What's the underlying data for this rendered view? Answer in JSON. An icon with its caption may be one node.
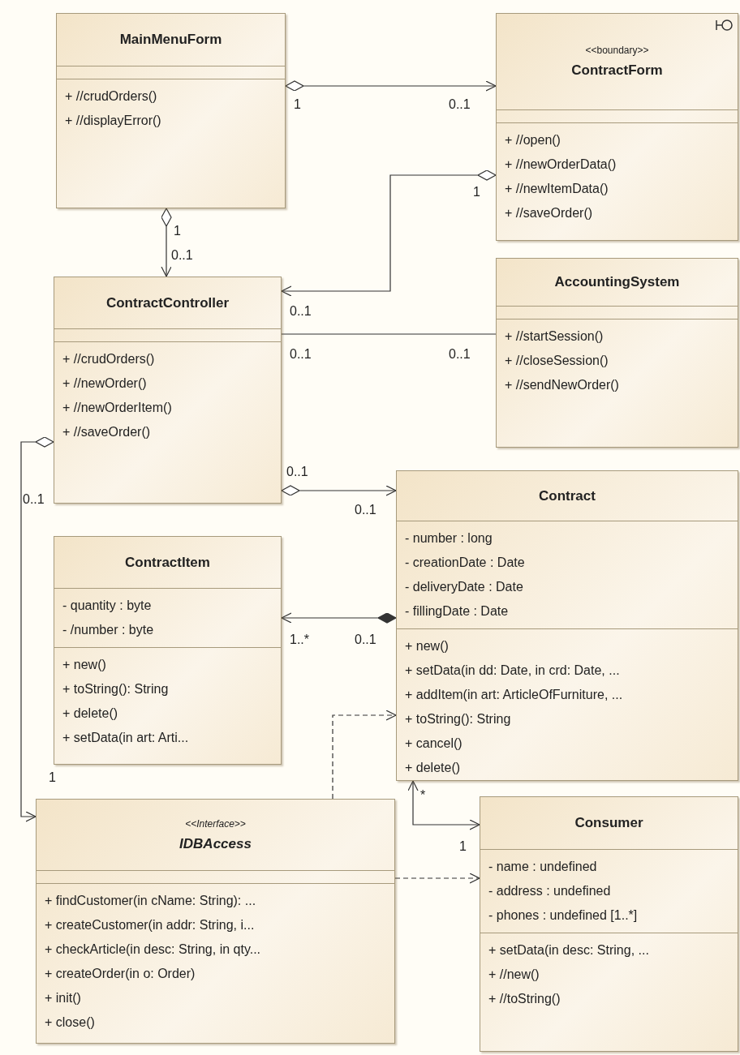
{
  "diagram": {
    "nodes": [
      {
        "text": [
          "MainMenuForm",
          "+ //crudOrders()",
          "+ //displayError()"
        ]
      },
      {
        "text": [
          "<<boundary>>",
          "ContractForm",
          "+ //open()",
          "+ //newOrderData()",
          "+ //newItemData()",
          "+ //saveOrder()"
        ]
      },
      {
        "text": [
          "ContractController",
          "+ //crudOrders()",
          "+ //newOrder()",
          "+ //newOrderItem()",
          "+ //saveOrder()"
        ]
      },
      {
        "text": [
          "AccountingSystem",
          "+ //startSession()",
          "+ //closeSession()",
          "+ //sendNewOrder()"
        ]
      },
      {
        "text": [
          "ContractItem",
          "- quantity : byte",
          "- /number : byte",
          "+ new()",
          "+ toString(): String",
          "+ delete()",
          "+ setData(in art: Arti..."
        ]
      },
      {
        "text": [
          "Contract",
          "- number : long",
          "- creationDate : Date",
          "- deliveryDate : Date",
          "- fillingDate : Date",
          "+ new()",
          "+ setData(in dd: Date, in crd: Date, ...",
          "+ addItem(in art: ArticleOfFurniture, ...",
          "+ toString(): String",
          "+ cancel()",
          "+ delete()"
        ]
      },
      {
        "text": [
          "<<Interface>>",
          "IDBAccess",
          "+ findCustomer(in cName: String): ...",
          "+ createCustomer(in addr: String, i...",
          "+ checkArticle(in desc: String, in qty...",
          "+ createOrder(in o: Order)",
          "+ init()",
          "+ close()"
        ]
      },
      {
        "text": [
          "Consumer",
          "- name : undefined",
          "- address : undefined",
          "- phones : undefined [1..*]",
          "+ setData(in desc: String, ...",
          "+ //new()",
          "+ //toString()"
        ]
      }
    ],
    "edges": [
      {
        "from": 0,
        "to": 1,
        "arrow": "to"
      },
      {
        "from": 1,
        "to": 2,
        "arrow": "to"
      },
      {
        "from": 0,
        "to": 2,
        "arrow": "to"
      },
      {
        "from": 2,
        "to": 3,
        "arrow": "none"
      },
      {
        "from": 2,
        "to": 5,
        "arrow": "to"
      },
      {
        "from": 5,
        "to": 4,
        "arrow": "to"
      },
      {
        "from": 2,
        "to": 6,
        "arrow": "to"
      },
      {
        "from": 6,
        "to": 5,
        "arrow": "to",
        "style": "dashed"
      },
      {
        "from": 6,
        "to": 7,
        "arrow": "to",
        "style": "dashed"
      },
      {
        "from": 5,
        "to": 7,
        "arrow": "both"
      }
    ],
    "labels": [
      "1",
      "0..1",
      "1",
      "1",
      "0..1",
      "0..1",
      "0..1",
      "0..1",
      "0..1",
      "0..1",
      "0..1",
      "1..*",
      "0..1",
      "1",
      "*",
      "1"
    ]
  }
}
